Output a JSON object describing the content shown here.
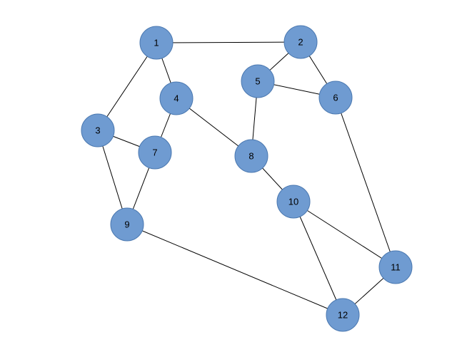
{
  "graph": {
    "node_color": "#6f9bd1",
    "edge_color": "#000000",
    "nodes": [
      "1",
      "2",
      "3",
      "4",
      "5",
      "6",
      "7",
      "8",
      "9",
      "10",
      "11",
      "12"
    ],
    "edges": [
      [
        "1",
        "2"
      ],
      [
        "1",
        "3"
      ],
      [
        "1",
        "4"
      ],
      [
        "2",
        "5"
      ],
      [
        "2",
        "6"
      ],
      [
        "5",
        "6"
      ],
      [
        "5",
        "8"
      ],
      [
        "4",
        "8"
      ],
      [
        "4",
        "7"
      ],
      [
        "3",
        "7"
      ],
      [
        "3",
        "9"
      ],
      [
        "7",
        "9"
      ],
      [
        "9",
        "12"
      ],
      [
        "8",
        "10"
      ],
      [
        "10",
        "11"
      ],
      [
        "10",
        "12"
      ],
      [
        "11",
        "12"
      ],
      [
        "6",
        "11"
      ]
    ]
  }
}
